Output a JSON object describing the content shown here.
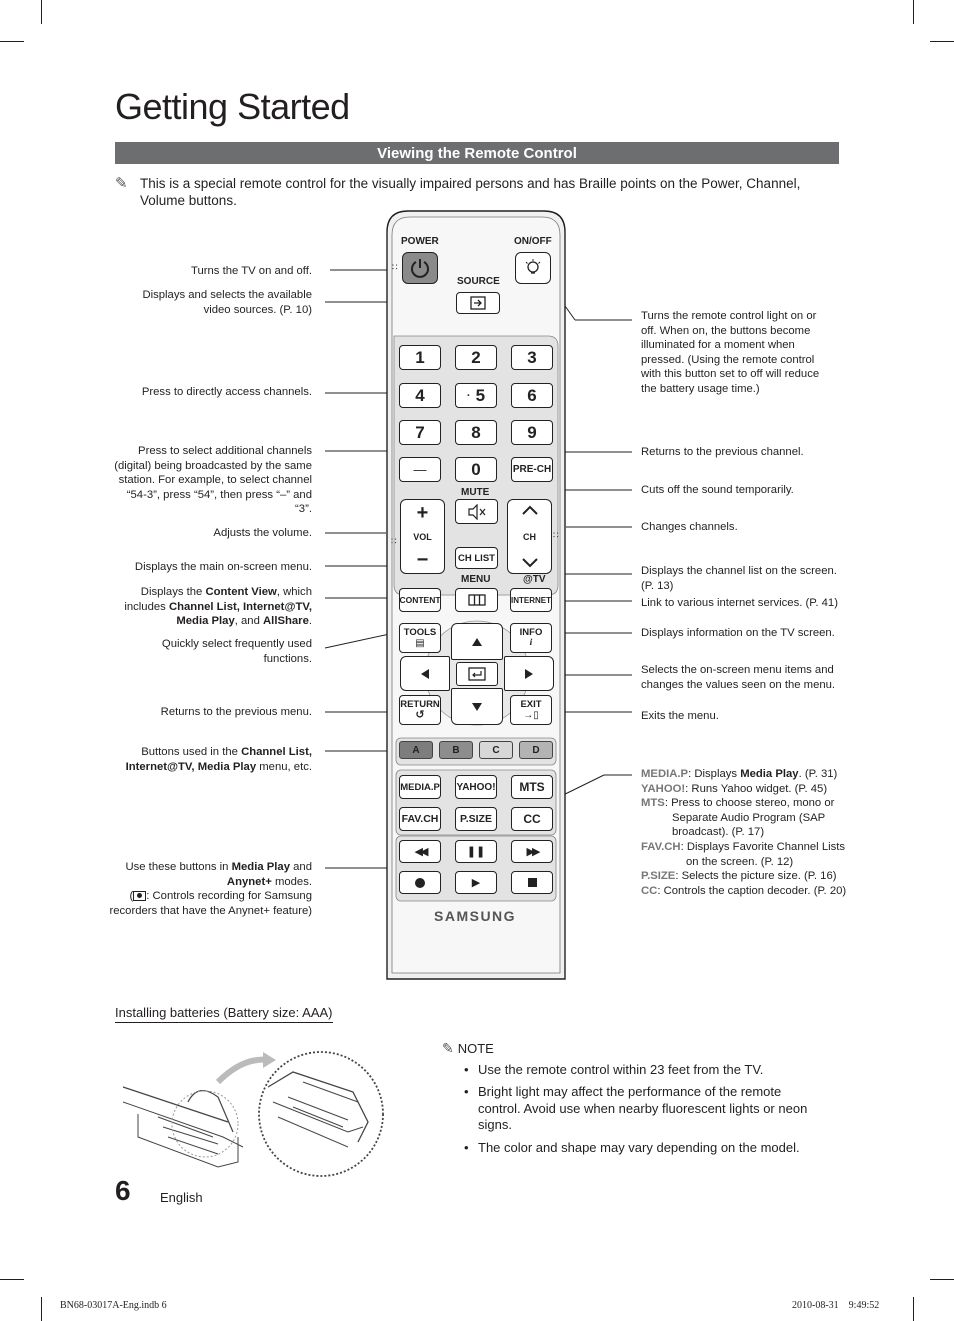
{
  "page": {
    "title": "Getting Started",
    "section_title": "Viewing the Remote Control",
    "intro_note": "This is a special remote control for the visually impaired persons and has Braille points on the Power, Channel, Volume buttons."
  },
  "remote": {
    "power": "POWER",
    "on_off": "ON/OFF",
    "source": "SOURCE",
    "digits": [
      "1",
      "2",
      "3",
      "4",
      "5",
      "6",
      "7",
      "8",
      "9"
    ],
    "dash": "—",
    "zero": "0",
    "pre_ch": "PRE-CH",
    "mute": "MUTE",
    "vol": "VOL",
    "ch": "CH",
    "ch_list": "CH LIST",
    "menu": "MENU",
    "at_tv": "@TV",
    "content": "CONTENT",
    "internet": "INTERNET",
    "tools": "TOOLS",
    "info": "INFO",
    "return": "RETURN",
    "exit": "EXIT",
    "color_keys": [
      "A",
      "B",
      "C",
      "D"
    ],
    "media_p": "MEDIA.P",
    "yahoo": "YAHOO!",
    "mts": "MTS",
    "fav_ch": "FAV.CH",
    "p_size": "P.SIZE",
    "cc": "CC",
    "brand": "SAMSUNG"
  },
  "left_labels": {
    "power": "Turns the TV on and off.",
    "source": "Displays and selects the available video sources. (P. 10)",
    "numbers": "Press to directly access channels.",
    "dash": "Press to select additional channels (digital) being broadcasted by the same station. For example, to select channel “54-3”, press “54”, then press “–” and “3”.",
    "volume": "Adjusts the volume.",
    "menu": "Displays the main on-screen menu.",
    "content_1": "Displays the ",
    "content_b1": "Content View",
    "content_2": ", which includes ",
    "content_b2": "Channel List, Internet@TV, Media Play",
    "content_3": ", and ",
    "content_b3": "AllShare",
    "content_4": ".",
    "tools": "Quickly select frequently used functions.",
    "return": "Returns to the previous menu.",
    "color_1": "Buttons used in the ",
    "color_b1": "Channel List, Internet@TV, Media Play",
    "color_2": " menu, etc.",
    "media_1": "Use these buttons in ",
    "media_b1": "Media Play",
    "media_2": " and ",
    "media_b2": "Anynet+",
    "media_3": " modes.",
    "media_4": ": Controls recording for Samsung recorders that have the Anynet+ feature)"
  },
  "right_labels": {
    "on_off": "Turns the remote control light on or off. When on, the buttons become illuminated for a moment when pressed. (Using the remote control with this button set to off will reduce the battery usage time.)",
    "pre_ch": "Returns to the previous channel.",
    "mute": "Cuts off the sound temporarily.",
    "ch": "Changes channels.",
    "ch_list": "Displays the channel list on the screen. (P. 13)",
    "internet": "Link to various internet services. (P. 41)",
    "info": "Displays information on the TV screen.",
    "nav": "Selects the on-screen menu items and changes the values seen on the menu.",
    "exit": "Exits the menu.",
    "media_p_k": "MEDIA.P",
    "media_p_t1": ": Displays ",
    "media_p_b": "Media Play",
    "media_p_t2": ". (P. 31)",
    "yahoo_k": "YAHOO!",
    "yahoo_t": ": Runs Yahoo widget. (P. 45)",
    "mts_k": "MTS",
    "mts_t": ": Press to choose stereo, mono or Separate Audio Program (SAP broadcast). (P. 17)",
    "fav_k": "FAV.CH",
    "fav_t": ": Displays Favorite Channel Lists on the screen. (P. 12)",
    "psize_k": "P.SIZE",
    "psize_t": ": Selects the picture size. (P. 16)",
    "cc_k": "CC",
    "cc_t": ": Controls the caption decoder. (P. 20)"
  },
  "batteries": {
    "heading_1": "Installing batteries (",
    "heading_2": "Battery size: AAA",
    "heading_3": ")",
    "note_title": "NOTE",
    "notes": [
      "Use the remote control within 23 feet from the TV.",
      "Bright light may affect the performance of the remote control. Avoid use when nearby fluorescent lights or neon signs.",
      "The color and shape may vary depending on the model."
    ]
  },
  "footer": {
    "page_number": "6",
    "language": "English",
    "file": "BN68-03017A-Eng.indb   6",
    "date": "2010-08-31      9:49:52"
  },
  "colors": {
    "banner": "#6d6e70",
    "remote_body": "#ededed",
    "color_key_dark": "#7d7d7d",
    "color_key_light": "#d7d7d7"
  }
}
